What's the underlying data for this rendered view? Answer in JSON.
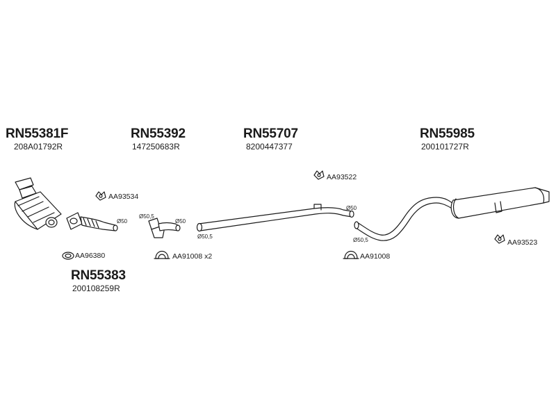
{
  "groups": {
    "front_cat": {
      "part_number": "RN55381F",
      "oe_number": "208A01792R"
    },
    "front_pipe": {
      "part_number": "RN55392",
      "oe_number": "147250683R"
    },
    "middle_pipe": {
      "part_number": "RN55707",
      "oe_number": "8200447377"
    },
    "rear_silencer": {
      "part_number": "RN55985",
      "oe_number": "200101727R"
    },
    "downpipe": {
      "part_number": "RN55383",
      "oe_number": "200108259R"
    }
  },
  "accessories": {
    "aa93534": "AA93534",
    "aa96380": "AA96380",
    "aa91008_x2": "AA91008 x2",
    "aa93522": "AA93522",
    "aa91008": "AA91008",
    "aa93523": "AA93523"
  },
  "dimensions": {
    "d50_a": "Ø50",
    "d505_a": "Ø50,5",
    "d50_b": "Ø50",
    "d505_b": "Ø50,5",
    "d50_c": "Ø50",
    "d505_c": "Ø50,5"
  },
  "colors": {
    "line": "#1a1a1a",
    "fill": "#ffffff"
  }
}
